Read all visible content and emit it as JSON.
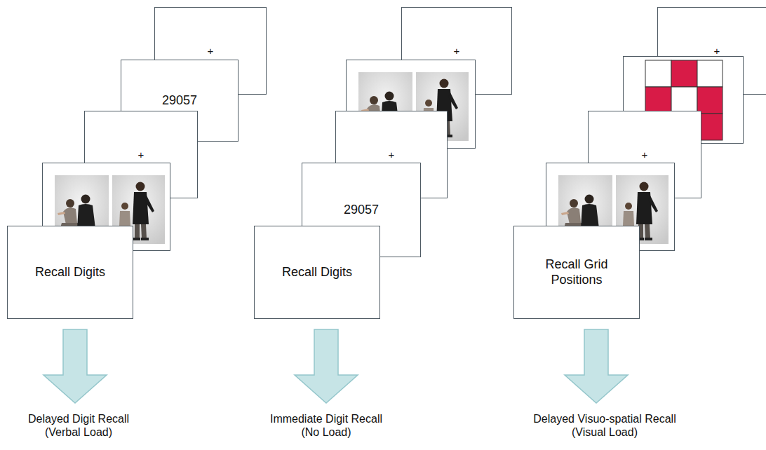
{
  "diagram": {
    "nodes": [
      {
        "text": [
          "+"
        ]
      },
      {
        "text": [
          "29057"
        ]
      },
      {
        "text": [
          "+"
        ]
      },
      {
        "text": [
          "Recall Digits"
        ]
      },
      {
        "text": [
          "+"
        ]
      },
      {
        "text": [
          "+"
        ]
      },
      {
        "text": [
          "29057"
        ]
      },
      {
        "text": [
          "Recall Digits"
        ]
      },
      {
        "text": [
          "+"
        ]
      },
      {
        "text": [
          "+"
        ]
      },
      {
        "text": [
          "Recall Grid Positions"
        ]
      }
    ],
    "labels": [
      "Delayed Digit Recall (Verbal Load)",
      "Immediate Digit Recall (No Load)",
      "Delayed Visuo-spatial Recall (Visual Load)"
    ]
  }
}
